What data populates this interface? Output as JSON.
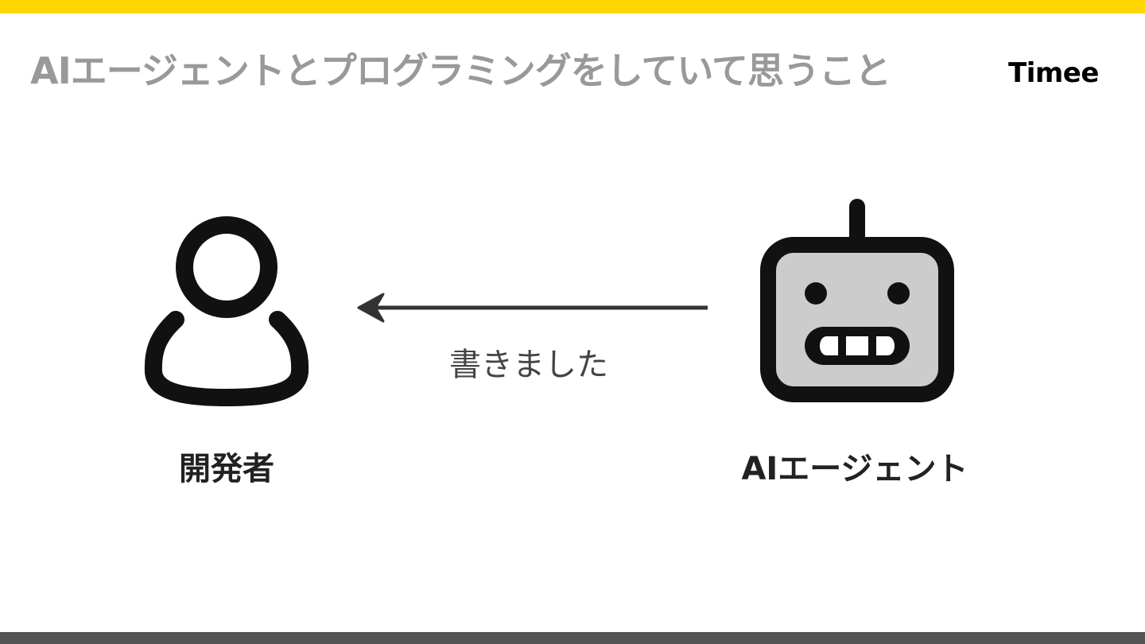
{
  "slide": {
    "title": "AIエージェントとプログラミングをしていて思うこと",
    "logo": "Timee"
  },
  "diagram": {
    "developer": {
      "label": "開発者",
      "icon": "person-icon"
    },
    "agent": {
      "label": "AIエージェント",
      "icon": "robot-icon"
    },
    "edge": {
      "label": "書きました",
      "direction": "agent-to-developer"
    }
  },
  "colors": {
    "accent_bar": "#FFD600",
    "footer_bar": "#555555",
    "title": "#999999",
    "robot_face": "#CCCCCC",
    "stroke": "#111111"
  }
}
